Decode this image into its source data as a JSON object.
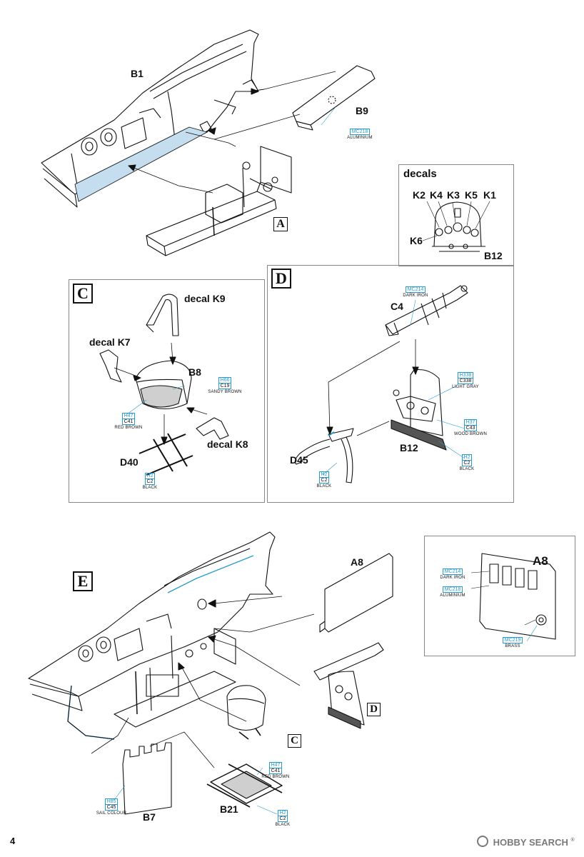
{
  "page": {
    "number": "4"
  },
  "watermark": {
    "text": "HOBBY SEARCH",
    "reg": "®"
  },
  "step_markers": {
    "A": "A",
    "C": "C",
    "D": "D",
    "E": "E"
  },
  "panel_decals": {
    "title": "decals",
    "k2": "K2",
    "k4": "K4",
    "k3": "K3",
    "k5": "K5",
    "k1": "K1",
    "k6": "K6",
    "part": "B12"
  },
  "top_section": {
    "b1": "B1",
    "b9": "B9"
  },
  "panel_c": {
    "decal_k9": "decal K9",
    "decal_k7": "decal K7",
    "decal_k8": "decal K8",
    "b8": "B8",
    "d40": "D40"
  },
  "panel_d": {
    "c4": "C4",
    "d45": "D45",
    "b12": "B12"
  },
  "panel_e": {
    "a8": "A8",
    "a8_detail": "A8",
    "b7": "B7",
    "b21": "B21"
  },
  "paint": {
    "b9_alu": {
      "code": "MC218",
      "name": "ALUMINIUM"
    },
    "b8_sandy": {
      "code1": "H66",
      "code2": "C19",
      "name": "SANDY BROWN"
    },
    "b8_red": {
      "code1": "H47",
      "code2": "C41",
      "name": "RED BROWN"
    },
    "d40_black": {
      "code1": "H2",
      "code2": "C2",
      "name": "BLACK"
    },
    "c4_iron": {
      "code": "MC214",
      "name": "DARK IRON"
    },
    "b12_gray": {
      "code1": "H338",
      "code2": "C338",
      "name": "LIGHT GRAY"
    },
    "b12_wood": {
      "code1": "H37",
      "code2": "C43",
      "name": "WOOD BROWN"
    },
    "b12_black": {
      "code1": "H2",
      "code2": "C2",
      "name": "BLACK"
    },
    "d45_black": {
      "code1": "H2",
      "code2": "C2",
      "name": "BLACK"
    },
    "a8_iron": {
      "code": "MC214",
      "name": "DARK IRON"
    },
    "a8_alu": {
      "code": "MC218",
      "name": "ALUMINIUM"
    },
    "a8_brass": {
      "code": "MC219",
      "name": "BRASS"
    },
    "b7_sail": {
      "code1": "H85",
      "code2": "C45",
      "name": "SAIL COLOUR"
    },
    "b21_red": {
      "code1": "H47",
      "code2": "C41",
      "name": "RED BROWN"
    },
    "b21_black": {
      "code1": "H2",
      "code2": "C2",
      "name": "BLACK"
    }
  },
  "colors": {
    "accent_blue": "#2a9bd0",
    "fill_blue": "#c5deef",
    "line": "#111111"
  }
}
